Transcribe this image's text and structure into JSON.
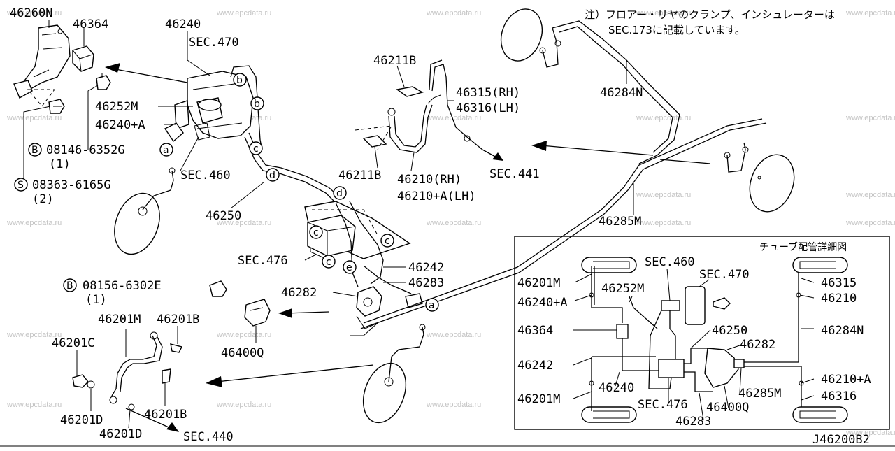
{
  "watermark": "www.epcdata.ru",
  "note": {
    "line1": "注）フロアー・リヤのクランプ、インシュレーターは",
    "line2": "SEC.173に記載しています。"
  },
  "detail_title": "チューブ配管詳細図",
  "diagram_code": "J46200B2",
  "labels": {
    "l46260N": "46260N",
    "l46364": "46364",
    "l46240": "46240",
    "sec470": "SEC.470",
    "l46252M": "46252M",
    "l46240A": "46240+A",
    "bolt1_code": "08146-6352G",
    "bolt1_qty": "(1)",
    "bolt1_prefix": "B",
    "sec460": "SEC.460",
    "screw_code": "08363-6165G",
    "screw_qty": "(2)",
    "screw_prefix": "S",
    "l46250": "46250",
    "l46211B_top": "46211B",
    "l46315": "46315(RH)",
    "l46316": "46316(LH)",
    "l46284N": "46284N",
    "l46211B_mid": "46211B",
    "l46210": "46210(RH)",
    "l46210A": "46210+A(LH)",
    "sec441": "SEC.441",
    "l46285M": "46285M",
    "sec476": "SEC.476",
    "l46242": "46242",
    "l46283": "46283",
    "l46282": "46282",
    "bolt2_code": "08156-6302E",
    "bolt2_qty": "(1)",
    "bolt2_prefix": "B",
    "l46201M": "46201M",
    "l46201B_a": "46201B",
    "l46201C": "46201C",
    "l46400Q": "46400Q",
    "l46201D_a": "46201D",
    "l46201B_b": "46201B",
    "l46201D_b": "46201D",
    "sec440": "SEC.440"
  },
  "circle_markers": [
    "a",
    "b",
    "c",
    "d",
    "e"
  ],
  "detail_labels": {
    "sec460": "SEC.460",
    "sec470": "SEC.470",
    "l46201M_top": "46201M",
    "l46252M": "46252M",
    "l46240A": "46240+A",
    "l46364": "46364",
    "l46250": "46250",
    "l46282": "46282",
    "l46242": "46242",
    "l46240": "46240",
    "l46201M_bot": "46201M",
    "sec476": "SEC.476",
    "l46400Q": "46400Q",
    "l46283": "46283",
    "l46285M": "46285M",
    "l46315": "46315",
    "l46210": "46210",
    "l46284N": "46284N",
    "l46210A": "46210+A",
    "l46316": "46316"
  }
}
